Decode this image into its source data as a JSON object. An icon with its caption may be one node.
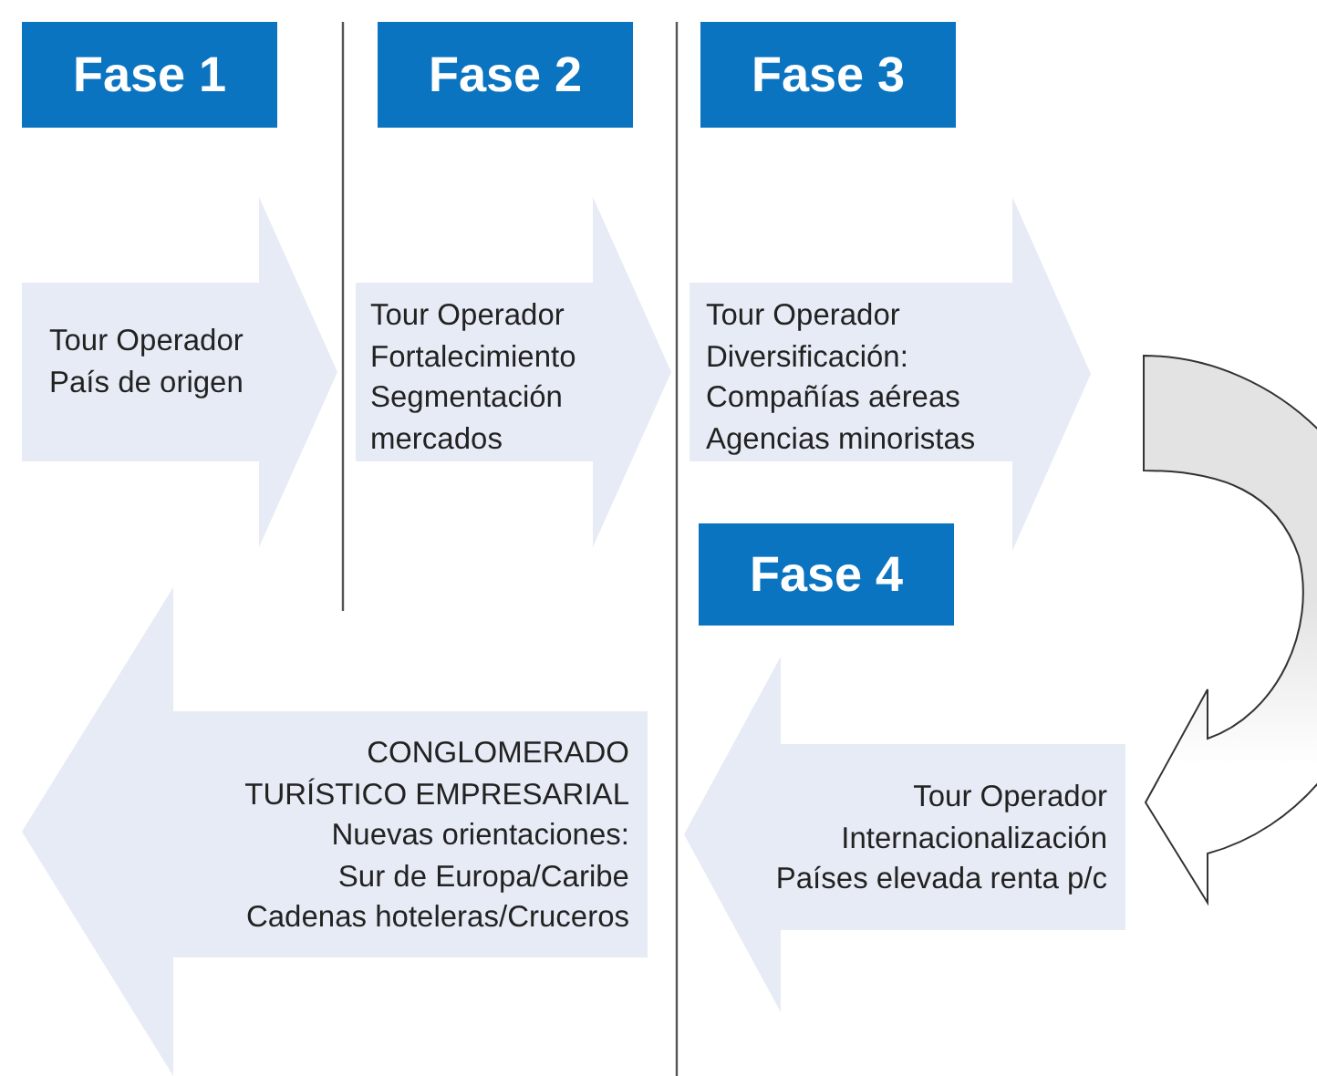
{
  "diagram": {
    "nodes": [
      {
        "text": [
          "Fase 1"
        ]
      },
      {
        "text": [
          "Fase 2"
        ]
      },
      {
        "text": [
          "Fase 3"
        ]
      },
      {
        "text": [
          "Tour Operador",
          "País de origen"
        ]
      },
      {
        "text": [
          "Tour Operador",
          "Fortalecimiento",
          "Segmentación",
          "mercados"
        ]
      },
      {
        "text": [
          "Tour Operador",
          "Diversificación:",
          "Compañías aéreas",
          "Agencias minoristas"
        ]
      },
      {
        "text": [
          "Fase 4"
        ]
      },
      {
        "text": [
          "Tour Operador",
          "Internacionalización",
          "Países elevada renta p/c"
        ]
      },
      {
        "text": [
          "CONGLOMERADO",
          "TURÍSTICO EMPRESARIAL",
          "Nuevas orientaciones:",
          "Sur de Europa/Caribe",
          "Cadenas hoteleras/Cruceros"
        ]
      }
    ],
    "edges": [
      {
        "from": 5,
        "to": 7,
        "arrow": "to"
      }
    ]
  }
}
